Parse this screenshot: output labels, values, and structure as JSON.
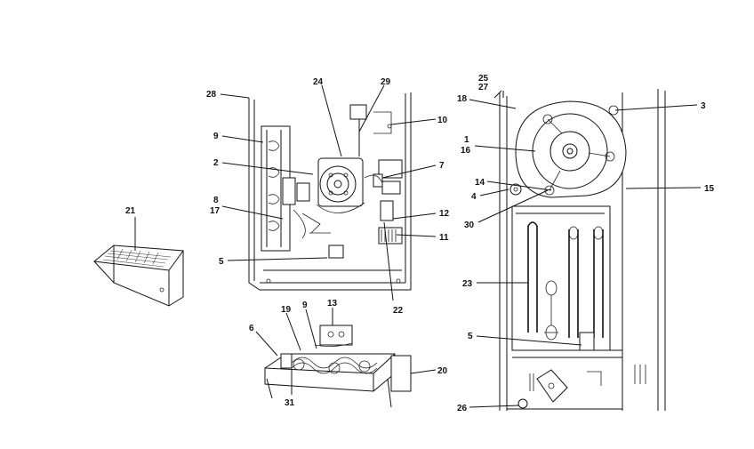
{
  "diagram": {
    "parts": [
      {
        "id": "lbl-28",
        "text": "28"
      },
      {
        "id": "lbl-24",
        "text": "24"
      },
      {
        "id": "lbl-29",
        "text": "29"
      },
      {
        "id": "lbl-10",
        "text": "10"
      },
      {
        "id": "lbl-9a",
        "text": "9"
      },
      {
        "id": "lbl-2",
        "text": "2"
      },
      {
        "id": "lbl-7",
        "text": "7"
      },
      {
        "id": "lbl-8",
        "text": "8"
      },
      {
        "id": "lbl-17",
        "text": "17"
      },
      {
        "id": "lbl-12",
        "text": "12"
      },
      {
        "id": "lbl-11",
        "text": "11"
      },
      {
        "id": "lbl-21",
        "text": "21"
      },
      {
        "id": "lbl-5a",
        "text": "5"
      },
      {
        "id": "lbl-22",
        "text": "22"
      },
      {
        "id": "lbl-19",
        "text": "19"
      },
      {
        "id": "lbl-9b",
        "text": "9"
      },
      {
        "id": "lbl-13",
        "text": "13"
      },
      {
        "id": "lbl-6",
        "text": "6"
      },
      {
        "id": "lbl-20",
        "text": "20"
      },
      {
        "id": "lbl-31",
        "text": "31"
      },
      {
        "id": "lbl-25",
        "text": "25"
      },
      {
        "id": "lbl-27",
        "text": "27"
      },
      {
        "id": "lbl-18",
        "text": "18"
      },
      {
        "id": "lbl-3",
        "text": "3"
      },
      {
        "id": "lbl-1",
        "text": "1"
      },
      {
        "id": "lbl-16",
        "text": "16"
      },
      {
        "id": "lbl-14",
        "text": "14"
      },
      {
        "id": "lbl-4",
        "text": "4"
      },
      {
        "id": "lbl-15",
        "text": "15"
      },
      {
        "id": "lbl-30",
        "text": "30"
      },
      {
        "id": "lbl-23",
        "text": "23"
      },
      {
        "id": "lbl-5b",
        "text": "5"
      },
      {
        "id": "lbl-26",
        "text": "26"
      }
    ]
  }
}
